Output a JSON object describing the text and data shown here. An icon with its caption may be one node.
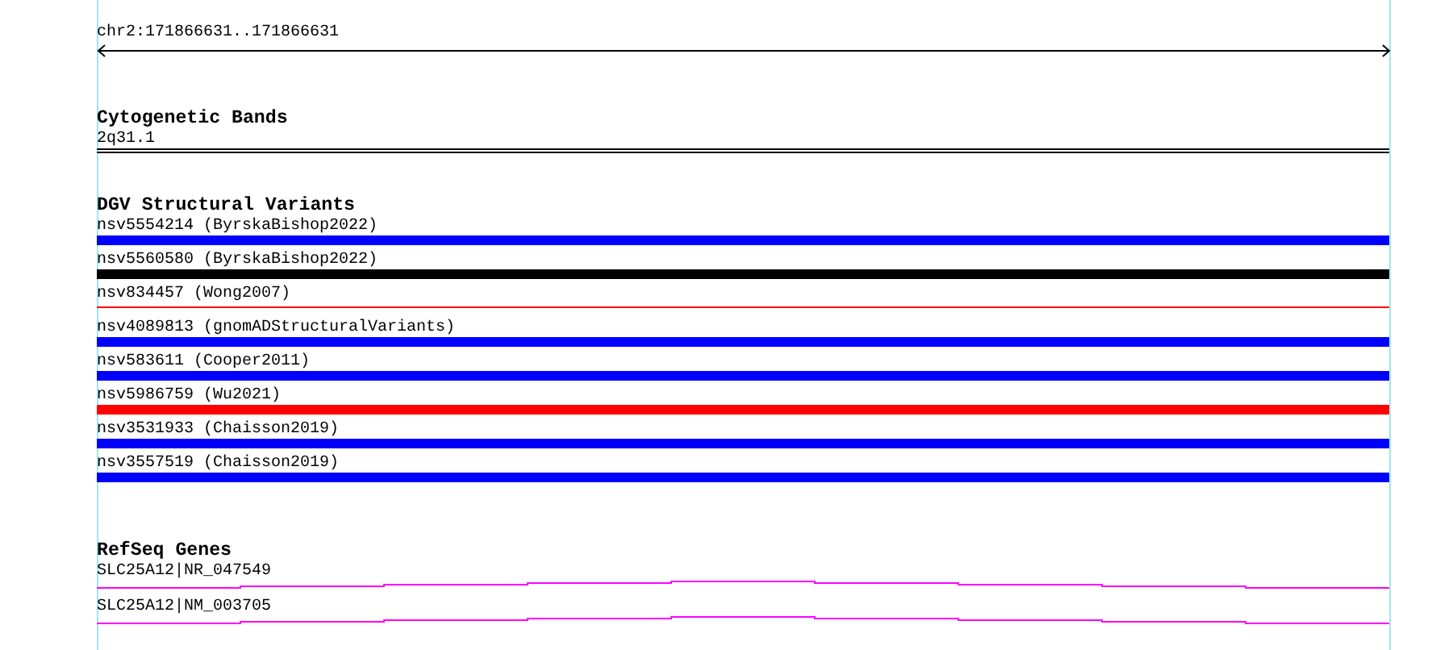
{
  "diagram": {
    "nodes": [
      {
        "text": [
          "Cytogenetic Bands"
        ]
      },
      {
        "text": [
          "2q31.1"
        ],
        "in": 0
      },
      {
        "text": [
          "DGV Structural Variants"
        ]
      },
      {
        "text": [
          "nsv5554214 (ByrskaBishop2022)"
        ],
        "in": 2
      },
      {
        "text": [
          "nsv5560580 (ByrskaBishop2022)"
        ],
        "in": 2
      },
      {
        "text": [
          "nsv834457 (Wong2007)"
        ],
        "in": 2
      },
      {
        "text": [
          "nsv4089813 (gnomADStructuralVariants)"
        ],
        "in": 2
      },
      {
        "text": [
          "nsv583611 (Cooper2011)"
        ],
        "in": 2
      },
      {
        "text": [
          "nsv5986759 (Wu2021)"
        ],
        "in": 2
      },
      {
        "text": [
          "nsv3531933 (Chaisson2019)"
        ],
        "in": 2
      },
      {
        "text": [
          "nsv3557519 (Chaisson2019)"
        ],
        "in": 2
      },
      {
        "text": [
          "RefSeq Genes"
        ]
      },
      {
        "text": [
          "SLC25A12|NR_047549"
        ],
        "in": 11
      },
      {
        "text": [
          "SLC25A12|NM_003705"
        ],
        "in": 11
      }
    ],
    "labels": [
      "chr2:171866631..171866631"
    ]
  }
}
